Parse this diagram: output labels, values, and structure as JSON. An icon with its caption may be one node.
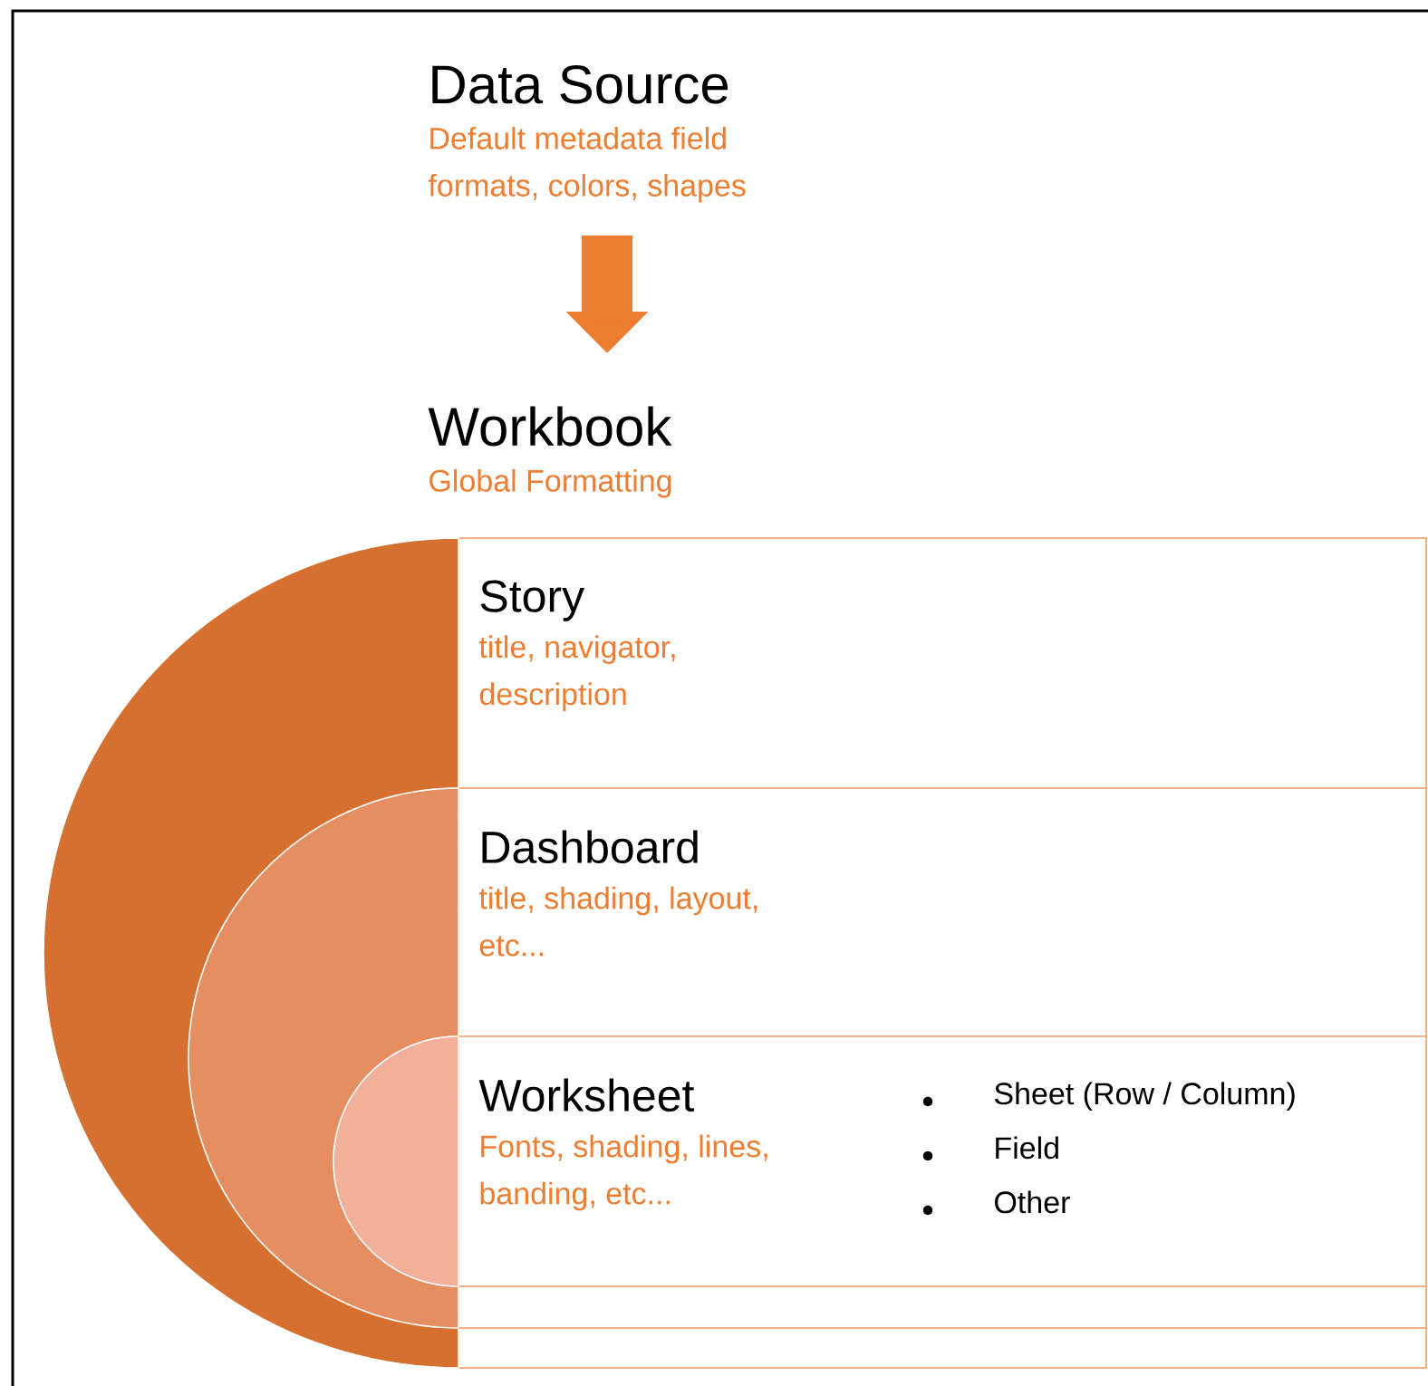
{
  "diagram": {
    "nodes": [
      {
        "text": [
          "Data Source",
          "Default metadata field formats, colors, shapes"
        ]
      },
      {
        "text": [
          "Workbook",
          "Global Formatting"
        ]
      },
      {
        "text": [
          "Story",
          "title, navigator, description"
        ]
      },
      {
        "text": [
          "Dashboard",
          "title, shading, layout, etc..."
        ],
        "in": 2
      },
      {
        "text": [
          "Worksheet",
          "Fonts, shading, lines, banding, etc...",
          "Sheet (Row / Column)",
          "Field",
          "Other"
        ],
        "in": 3
      }
    ],
    "edges": [
      {
        "from": 0,
        "to": 1,
        "arrow": "to",
        "color": "#ed7d31"
      }
    ]
  }
}
